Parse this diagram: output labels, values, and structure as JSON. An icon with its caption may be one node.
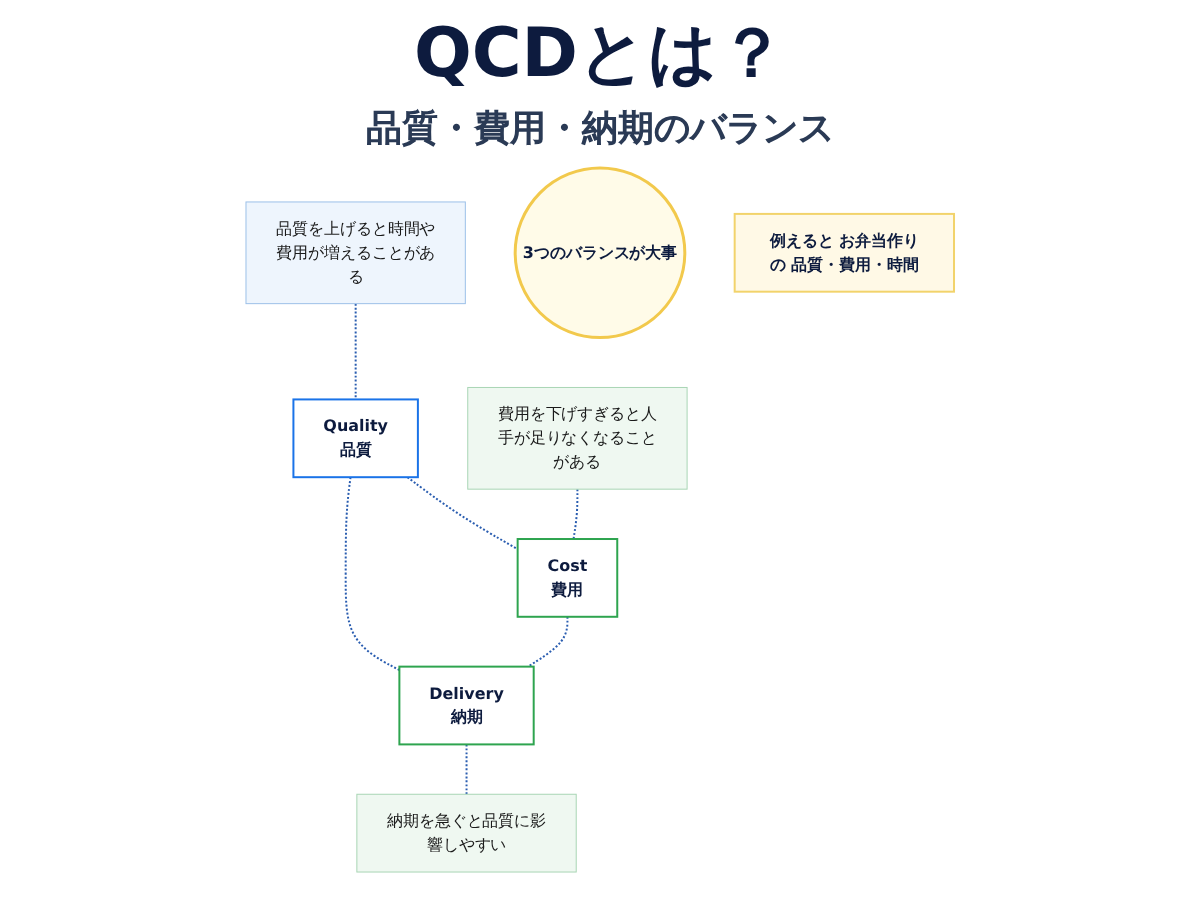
{
  "diagram": {
    "title": "QCDとは？",
    "nodes": [
      {
        "text": [
          "Quality",
          "品質"
        ]
      },
      {
        "text": [
          "品質を上げると時間や費用が増えることがある"
        ]
      },
      {
        "text": [
          "Cost",
          "費用"
        ]
      },
      {
        "text": [
          "3つのバランスが大事"
        ]
      },
      {
        "text": [
          "Delivery",
          "納期"
        ]
      },
      {
        "text": [
          "費用を下げすぎると人手が足りなくなることがある"
        ]
      },
      {
        "text": [
          "納期を急ぐと品質に影響しやすい"
        ]
      },
      {
        "text": [
          "例えると お弁当作りの 品質・費用・時間"
        ]
      }
    ],
    "edges": [
      {
        "from": 1,
        "to": 0,
        "arrow": "none",
        "style": "dashed"
      },
      {
        "from": 0,
        "to": 2,
        "arrow": "none",
        "style": "dashed"
      },
      {
        "from": 0,
        "to": 4,
        "arrow": "none",
        "style": "dashed"
      },
      {
        "from": 2,
        "to": 4,
        "arrow": "none",
        "style": "dashed"
      },
      {
        "from": 5,
        "to": 2,
        "arrow": "none",
        "style": "dashed"
      },
      {
        "from": 4,
        "to": 6,
        "arrow": "none",
        "style": "dashed"
      }
    ],
    "labels": [
      "品質・費用・納期のバランス"
    ]
  }
}
